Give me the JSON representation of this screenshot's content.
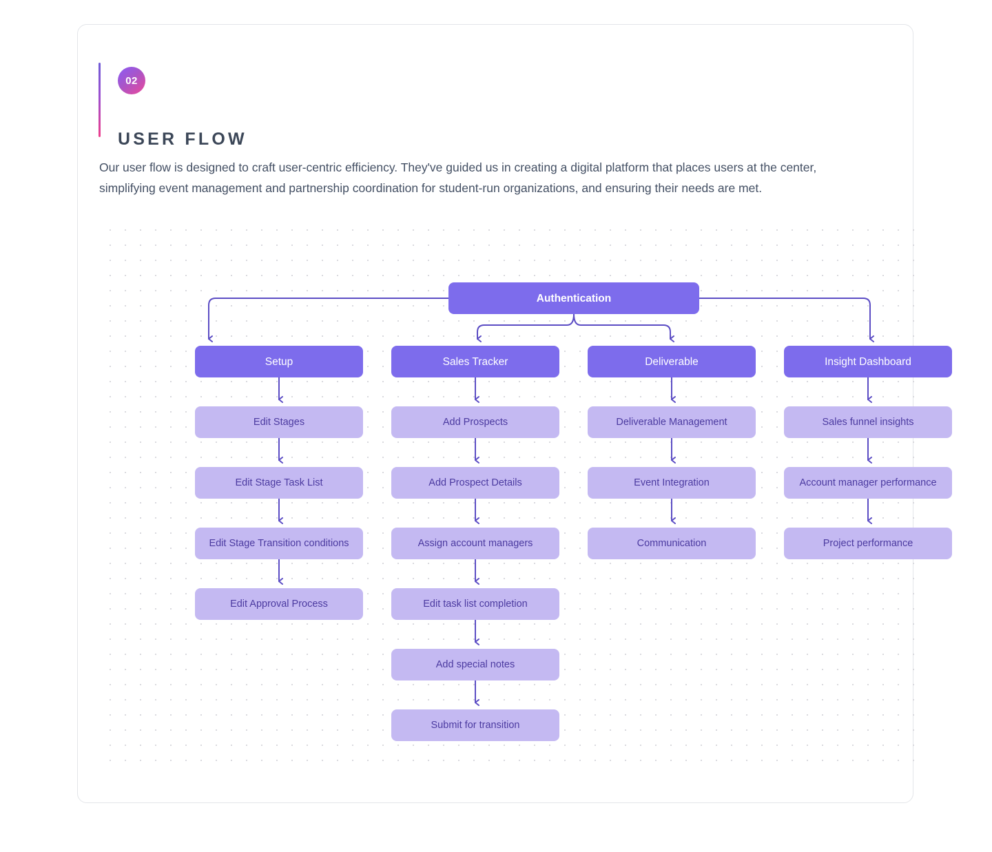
{
  "header": {
    "badge_number": "02",
    "title": "USER FLOW",
    "accent_start": "#6f5bd6",
    "accent_end": "#ee3d8b"
  },
  "intro": {
    "paragraph": "Our user flow is designed to craft user-centric efficiency. They've guided us in creating a digital platform that places users at the center, simplifying event management and partnership coordination for student-run organizations, and ensuring their needs are met."
  },
  "colors": {
    "primary_node": "#7d6cec",
    "sub_node": "#c4b9f2",
    "sub_node_text": "#4b3aa0",
    "connector": "#5b4cc4",
    "title_text": "#3c4758",
    "card_border": "#e3e5e9"
  },
  "flow": {
    "root": {
      "label": "Authentication"
    },
    "columns": [
      {
        "head": "Setup",
        "steps": [
          "Edit Stages",
          "Edit Stage Task List",
          "Edit Stage Transition conditions",
          "Edit Approval Process"
        ]
      },
      {
        "head": "Sales Tracker",
        "steps": [
          "Add Prospects",
          "Add Prospect Details",
          "Assign account managers",
          "Edit task list completion",
          "Add special notes",
          "Submit for transition"
        ]
      },
      {
        "head": "Deliverable",
        "steps": [
          "Deliverable Management",
          "Event Integration",
          "Communication"
        ]
      },
      {
        "head": "Insight Dashboard",
        "steps": [
          "Sales funnel insights",
          "Account manager performance",
          "Project performance"
        ]
      }
    ]
  }
}
